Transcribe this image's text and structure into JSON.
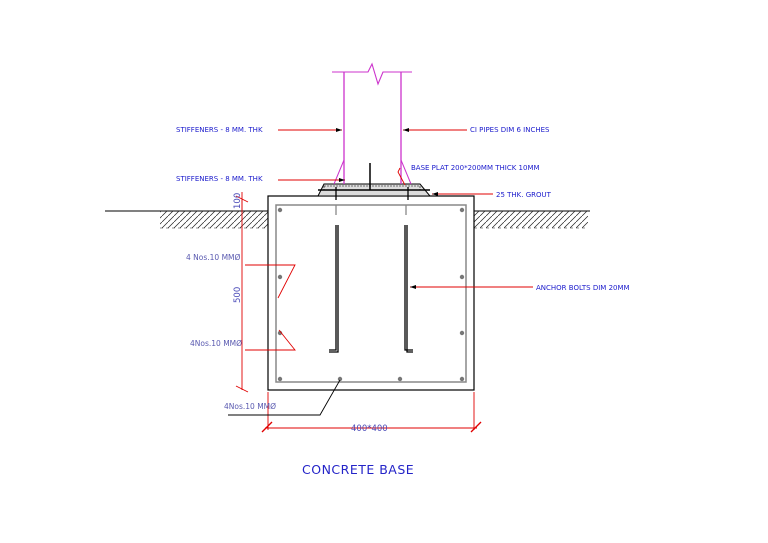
{
  "drawing": {
    "title": "CONCRETE BASE",
    "labels": {
      "stiffeners_top": "STIFFENERS - 8 MM. THK",
      "stiffeners_bottom": "STIFFENERS - 8 MM. THK",
      "ci_pipes": "CI PIPES DIM 6 INCHES",
      "base_plate": "BASE PLAT 200*200MM THICK 10MM",
      "grout": "25 THK. GROUT",
      "anchor_bolts": "ANCHOR BOLTS DIM 20MM",
      "rebar_1": "4 Nos.10 MMØ",
      "rebar_2": "4Nos.10 MMØ",
      "rebar_3": "4Nos.10 MMØ"
    },
    "dimensions": {
      "top": "100",
      "depth": "500",
      "width": "400*400"
    },
    "colors": {
      "label_text": "#1a1acc",
      "leader": "#e00000",
      "pipe": "#cc33cc",
      "outline": "#000000",
      "rebar": "#888888"
    }
  }
}
